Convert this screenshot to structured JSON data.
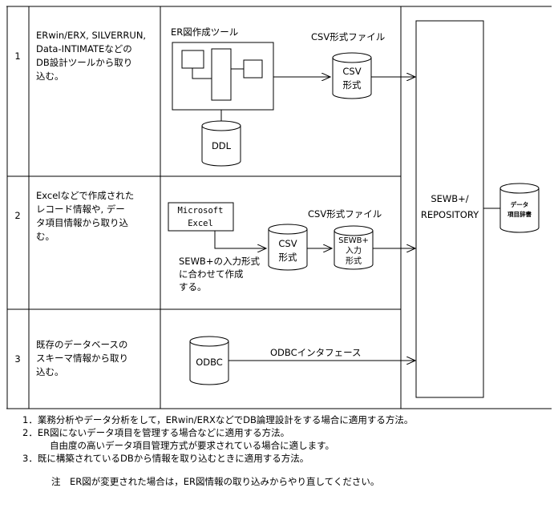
{
  "rows": [
    {
      "num": "1",
      "desc": [
        "ERwin/ERX, SILVERRUN,",
        "Data-INTIMATEなどの",
        "DB設計ツールから取り",
        "込む。"
      ],
      "tool_label": "ER図作成ツール",
      "file_label": "CSV形式ファイル",
      "csv": [
        "CSV",
        "形式"
      ],
      "ddl": "DDL"
    },
    {
      "num": "2",
      "desc": [
        "Excelなどで作成された",
        "レコード情報や, デー",
        "タ項目情報から取り込",
        "む。"
      ],
      "excel": [
        "Microsoft",
        "Excel"
      ],
      "file_label": "CSV形式ファイル",
      "csv": [
        "CSV",
        "形式"
      ],
      "sewb_input": [
        "SEWB+",
        "入力",
        "形式"
      ],
      "note": [
        "SEWB+の入力形式",
        "に合わせて作成",
        "する。"
      ]
    },
    {
      "num": "3",
      "desc": [
        "既存のデータベースの",
        "スキーマ情報から取り",
        "込む。"
      ],
      "odbc": "ODBC",
      "interface_label": "ODBCインタフェース"
    }
  ],
  "repository": [
    "SEWB+/",
    "REPOSITORY"
  ],
  "dictionary": [
    "データ",
    "項目辞書"
  ],
  "footnotes": {
    "item1": "1．業務分析やデータ分析をして，ERwin/ERXなどでDB論理設計をする場合に適用する方法。",
    "item2a": "2．ER図にないデータ項目を管理する場合などに適用する方法。",
    "item2b": "自由度の高いデータ項目管理方式が要求されている場合に適します。",
    "item3": "3．既に構築されているDBから情報を取り込むときに適用する方法。",
    "note": "注　ER図が変更された場合は，ER図情報の取り込みからやり直してください。"
  }
}
